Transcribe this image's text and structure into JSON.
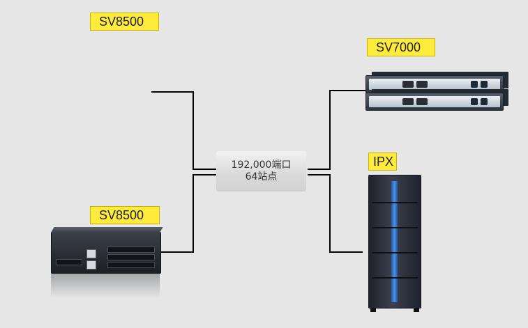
{
  "labels": {
    "sv8500_top": "SV8500",
    "sv7000": "SV7000",
    "ipx": "IPX",
    "sv8500_bottom": "SV8500"
  },
  "hub": {
    "line1": "192,000端口",
    "line2": "64站点"
  },
  "colors": {
    "label_background": "#ffeb3b",
    "connector_line": "#000000",
    "background": "#e6e6e6",
    "ipx_accent": "#4a90e2"
  }
}
